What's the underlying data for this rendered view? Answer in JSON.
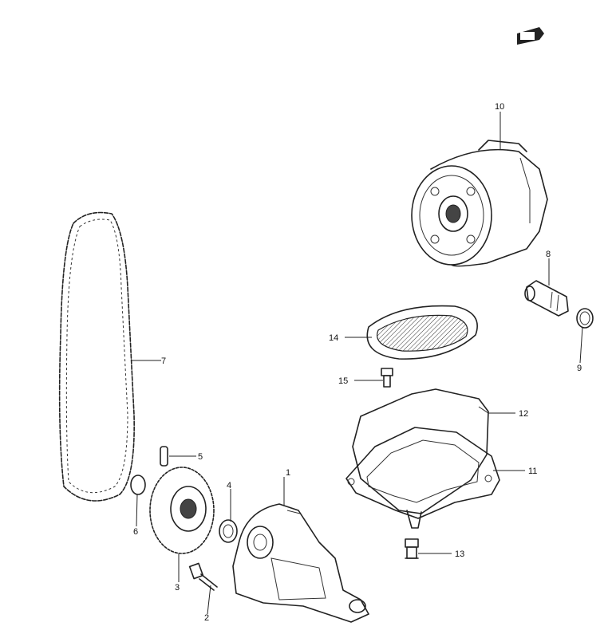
{
  "callouts": [
    {
      "id": "1",
      "label": "1"
    },
    {
      "id": "2",
      "label": "2"
    },
    {
      "id": "3",
      "label": "3"
    },
    {
      "id": "4",
      "label": "4"
    },
    {
      "id": "5",
      "label": "5"
    },
    {
      "id": "6",
      "label": "6"
    },
    {
      "id": "7",
      "label": "7"
    },
    {
      "id": "8",
      "label": "8"
    },
    {
      "id": "9",
      "label": "9"
    },
    {
      "id": "10",
      "label": "10"
    },
    {
      "id": "11",
      "label": "11"
    },
    {
      "id": "12",
      "label": "12"
    },
    {
      "id": "13",
      "label": "13"
    },
    {
      "id": "14",
      "label": "14"
    },
    {
      "id": "15",
      "label": "15"
    }
  ],
  "orientation_icon": "direction-arrow-icon",
  "colors": {
    "ink": "#222222",
    "background": "#ffffff"
  }
}
